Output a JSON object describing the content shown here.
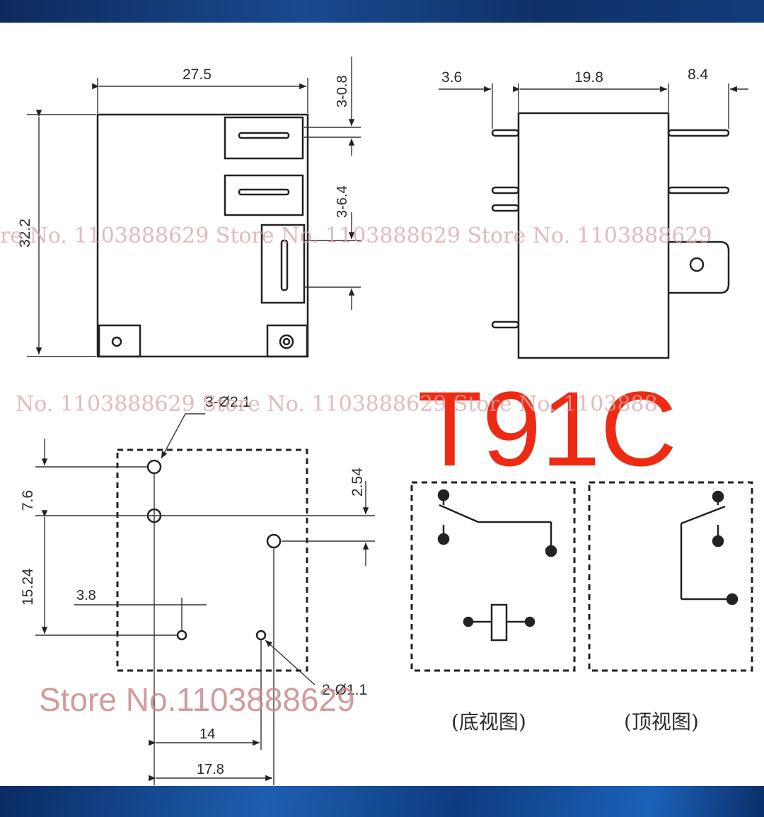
{
  "model": "T91C",
  "watermark": {
    "row1": "re No. 1103888629  Store  No. 1103888629  Store  No. 1103888629",
    "row2": "No. 1103888629  Store  No. 1103888629  Store  No. 1103888",
    "row3": "Store No.1103888629"
  },
  "dimensions": {
    "front_width": "27.5",
    "front_height": "32.2",
    "tab_width_top": "3-0.8",
    "tab_width_mid": "3-6.4",
    "side_left": "3.6",
    "side_body": "19.8",
    "side_right": "8.4",
    "hole_large": "3-Ø2.1",
    "hole_small": "2-Ø1.1",
    "pitch_7_6": "7.6",
    "pitch_15_24": "15.24",
    "pitch_2_54": "2.54",
    "pitch_3_8": "3.8",
    "pitch_14": "14",
    "pitch_17_8": "17.8"
  },
  "views": {
    "bottom": "(底视图)",
    "top": "(顶视图)"
  },
  "colors": {
    "model": "#ee2a14",
    "band": "#123a7a",
    "line": "#222222"
  }
}
